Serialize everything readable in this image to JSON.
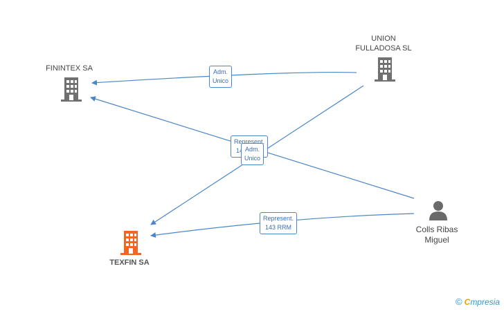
{
  "nodes": {
    "finintex": {
      "label": "FININTEX SA",
      "type": "company"
    },
    "union": {
      "label": "UNION\nFULLADOSA SL",
      "type": "company"
    },
    "texfin": {
      "label": "TEXFIN SA",
      "type": "company",
      "highlight": true
    },
    "colls": {
      "label": "Colls Ribas\nMiguel",
      "type": "person"
    }
  },
  "edges": {
    "union_finintex": {
      "label": "Adm.\nUnico"
    },
    "colls_finintex": {
      "label": "Represent.\n143 RRM"
    },
    "union_texfin": {
      "label": "Adm.\nUnico"
    },
    "colls_texfin": {
      "label": "Represent.\n143 RRM"
    }
  },
  "colors": {
    "edge": "#4a86c8",
    "company_icon": "#707070",
    "highlight_icon": "#f26522",
    "person_icon": "#6a6a6a"
  },
  "footer": {
    "copyright": "©",
    "brand_initial": "C",
    "brand_rest": "mpresia"
  }
}
